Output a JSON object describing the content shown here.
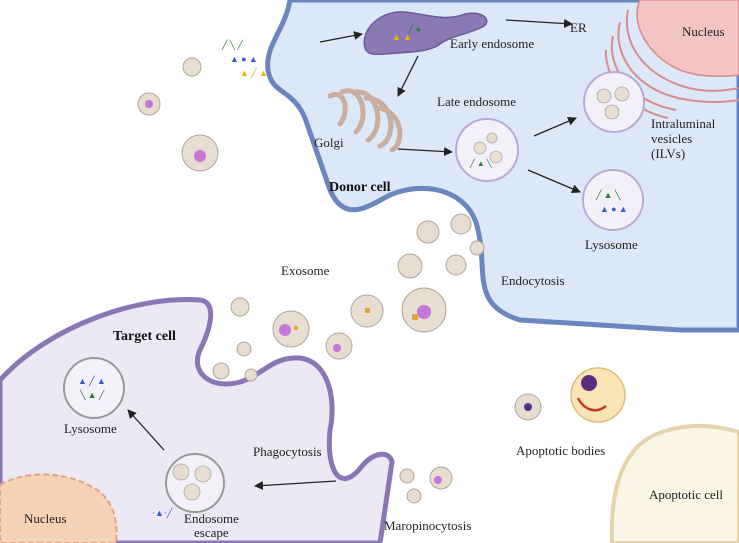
{
  "labels": {
    "donor_cell": "Donor  cell",
    "target_cell": "Target cell",
    "early_endosome": "Early endosome",
    "late_endosome": "Late endosome",
    "er": "ER",
    "nucleus_donor": "Nucleus",
    "golgi": "Golgi",
    "ilvs_line1": "Intraluminal",
    "ilvs_line2": "vesicles",
    "ilvs_line3": "(ILVs)",
    "lysosome_donor": "Lysosome",
    "exosome": "Exosome",
    "endocytosis": "Endocytosis",
    "lysosome_target": "Lysosome",
    "phagocytosis": "Phagocytosis",
    "endosome_escape_line1": "Endosome",
    "endosome_escape_line2": "escape",
    "nucleus_target": "Nucleus",
    "maropinocytosis": "Maropinocytosis",
    "apoptotic_bodies": "Apoptotic bodies",
    "apoptotic_cell": "Apoptotic cell"
  },
  "colors": {
    "donor_fill": "#dce8f7",
    "donor_membrane": "#6b86bf",
    "target_fill": "#ece8f4",
    "target_membrane": "#8a76b3",
    "nucleus_donor": "#f2c4c4",
    "nucleus_target": "#f6d2b7",
    "golgi": "#e3d3cc",
    "early_endosome": "#8b79b6",
    "exosome_fill": "#e8ddd1",
    "apoptotic_cell_fill": "#fbf5e6",
    "apoptotic_cell_border": "#e4d3ad",
    "arrow": "#222222"
  }
}
